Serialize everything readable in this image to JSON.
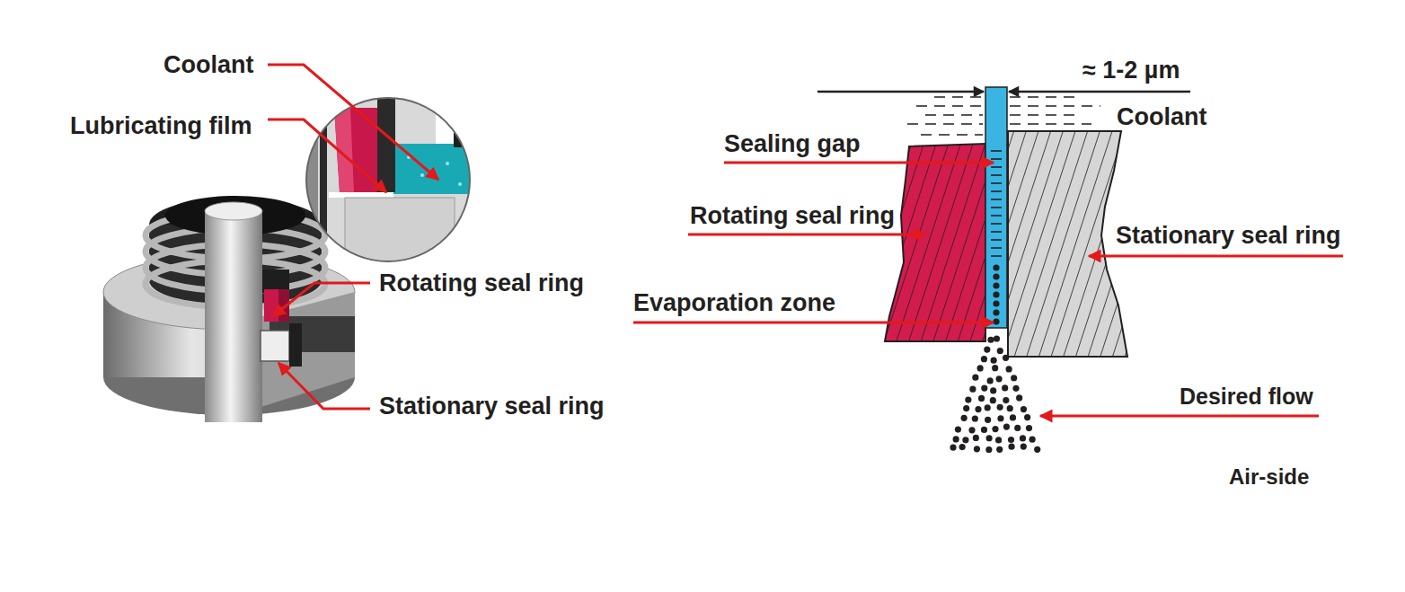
{
  "diagram": {
    "labels": [
      "Coolant",
      "Lubricating film",
      "Rotating seal ring",
      "Stationary seal ring",
      "≈ 1-2 µm",
      "Coolant",
      "Sealing gap",
      "Rotating seal ring",
      "Stationary seal ring",
      "Evaporation zone",
      "Desired flow",
      "Air-side"
    ]
  }
}
